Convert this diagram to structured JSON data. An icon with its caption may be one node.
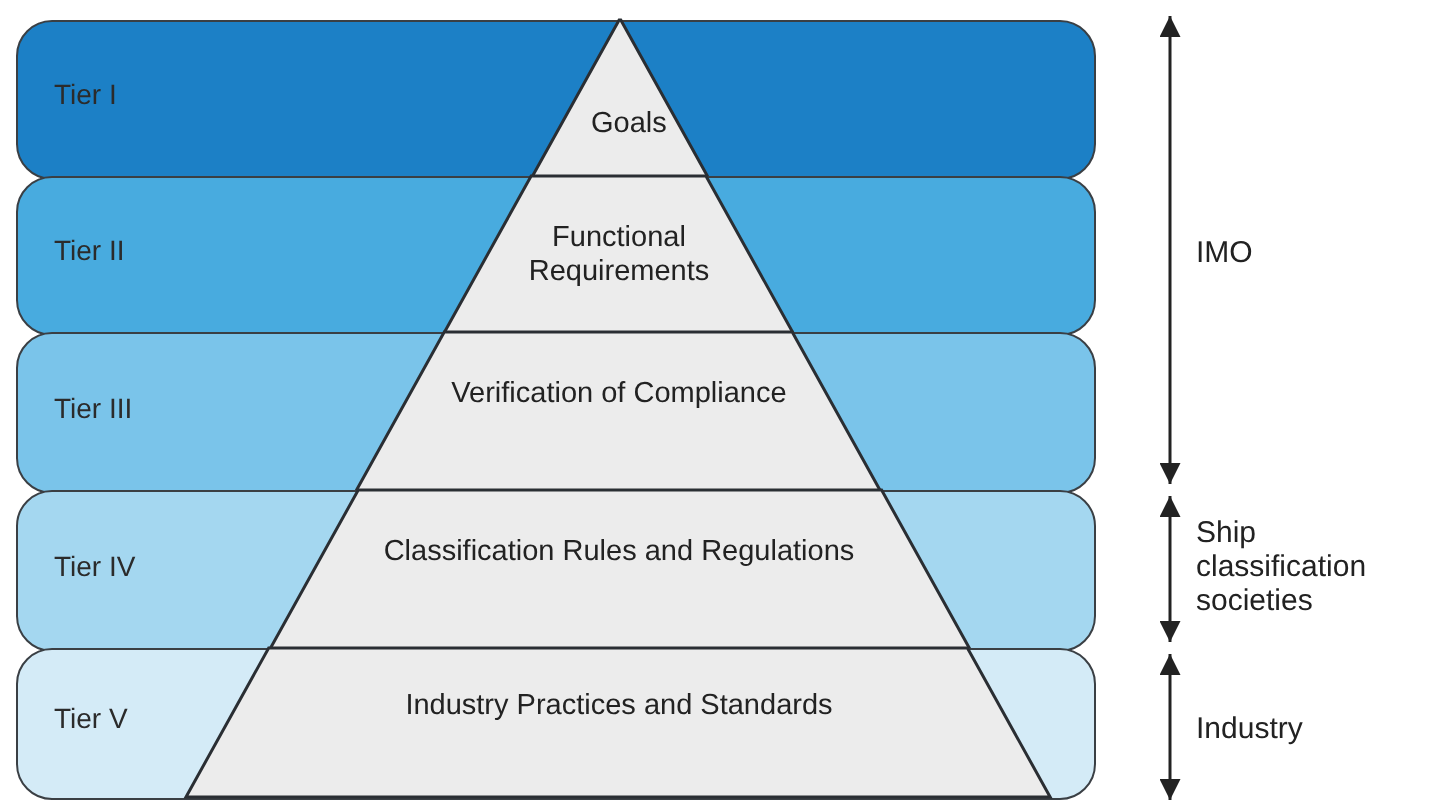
{
  "diagram": {
    "nodes": [
      {
        "text": [
          "Tier I"
        ]
      },
      {
        "text": [
          "Goals"
        ],
        "in": 0
      },
      {
        "text": [
          "Tier II"
        ]
      },
      {
        "text": [
          "Functional Requirements"
        ],
        "in": 2
      },
      {
        "text": [
          "Tier III"
        ]
      },
      {
        "text": [
          "Verification of Compliance"
        ],
        "in": 4
      },
      {
        "text": [
          "Tier IV"
        ]
      },
      {
        "text": [
          "Classification Rules and Regulations"
        ],
        "in": 6
      },
      {
        "text": [
          "Tier V"
        ]
      },
      {
        "text": [
          "Industry Practices and Standards"
        ],
        "in": 8
      }
    ],
    "edges": [],
    "labels": [
      "IMO",
      "Ship classification societies",
      "Industry"
    ]
  }
}
